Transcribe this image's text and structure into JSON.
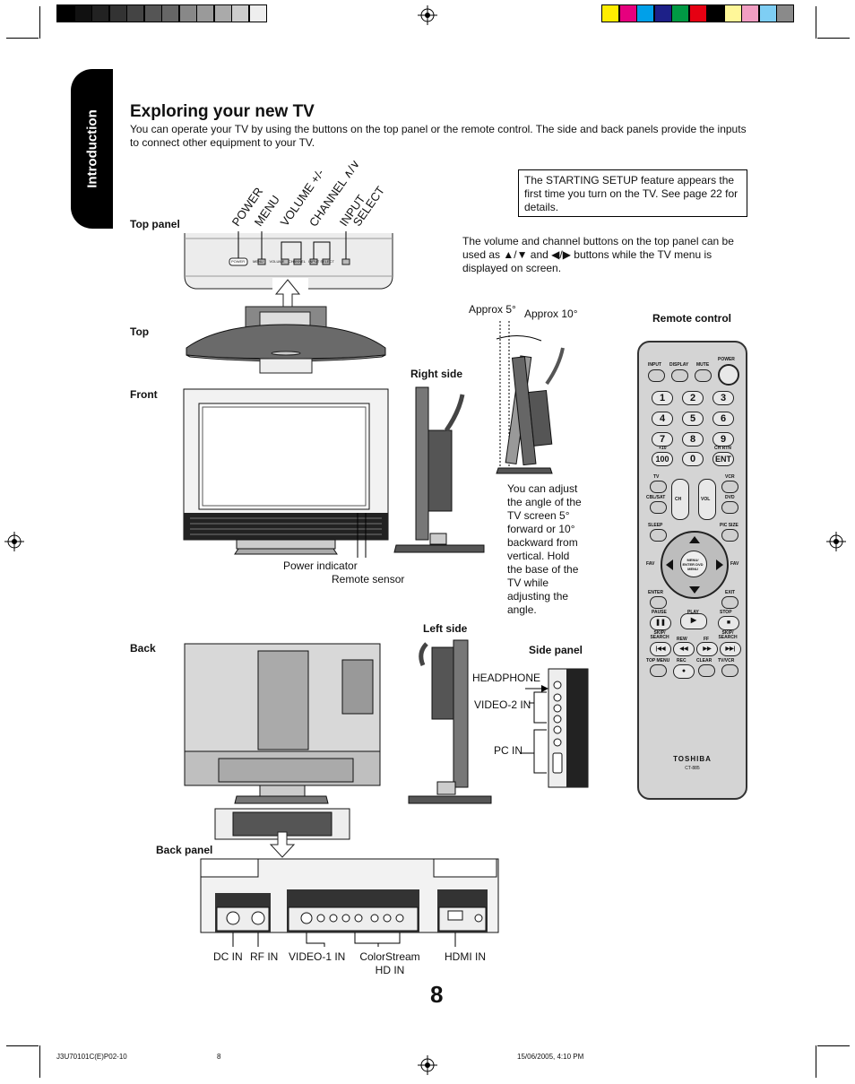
{
  "header": {
    "title": "Exploring your new TV",
    "intro": "You can operate your TV by using the buttons on the top panel or the remote control. The side and back panels provide the inputs to connect other equipment to your TV."
  },
  "side_tab": {
    "label": "Introduction"
  },
  "note_box": {
    "text": "The STARTING SETUP feature appears the first time you turn on the TV. See page 22 for details."
  },
  "top_panel": {
    "label": "Top panel",
    "buttons": [
      "POWER",
      "MENU",
      "VOLUME +/-",
      "CHANNEL ∧/∨",
      "INPUT",
      "SELECT"
    ],
    "panel_labels": [
      "POWER",
      "MENU",
      "VOLUME",
      "CHANNEL",
      "INPUT SELECT"
    ]
  },
  "volume_note": "The volume and channel buttons on the top panel can be used as ▲/▼ and ◀/▶ buttons while the TV menu is displayed on screen.",
  "views": {
    "top": "Top",
    "front": "Front",
    "right_side": "Right side",
    "left_side": "Left side",
    "back": "Back",
    "back_panel": "Back panel",
    "side_panel": "Side panel",
    "remote": "Remote control"
  },
  "tilt": {
    "forward": "Approx 5°",
    "backward": "Approx 10°",
    "text": "You can adjust the angle of the TV screen 5° forward or 10° backward from vertical. Hold the base of the TV while adjusting the angle."
  },
  "front_callouts": {
    "power_indicator": "Power indicator",
    "remote_sensor": "Remote sensor"
  },
  "side_callouts": {
    "headphone": "HEADPHONE",
    "video2": "VIDEO-2 IN",
    "pcin": "PC IN"
  },
  "back_callouts": {
    "dcin": "DC IN",
    "rfin": "RF IN",
    "video1": "VIDEO-1 IN",
    "colorstream": "ColorStream HD IN",
    "hdmi": "HDMI IN"
  },
  "remote": {
    "brand": "TOSHIBA",
    "model": "CT-885",
    "top_labels": [
      "INPUT",
      "DISPLAY",
      "MUTE",
      "POWER"
    ],
    "digits": [
      "1",
      "2",
      "3",
      "4",
      "5",
      "6",
      "7",
      "8",
      "9",
      "100",
      "0",
      "ENT"
    ],
    "mid_labels": {
      "tv": "TV",
      "vcr": "VCR",
      "cblsat": "CBL/SAT",
      "dvd": "DVD",
      "ch": "CH",
      "vol": "VOL",
      "sleep": "SLEEP",
      "picsize": "PIC SIZE",
      "fav": "FAV",
      "enter": "ENTER",
      "exit": "EXIT",
      "center": "MENU/ ENTER DVD MENU",
      "plus10": "+10",
      "chrtn": "CH RTN"
    },
    "transport": [
      "PAUSE",
      "PLAY",
      "STOP",
      "SKIP/ SEARCH",
      "REW",
      "FF",
      "SKIP/ SEARCH",
      "TOP MENU",
      "REC",
      "CLEAR",
      "TV/VCR"
    ]
  },
  "page_number": "8",
  "footer": {
    "left": "J3U70101C(E)P02-10",
    "center": "8",
    "right": "15/06/2005, 4:10 PM"
  },
  "print_marks": {
    "gray_steps": [
      "#000000",
      "#111111",
      "#222222",
      "#333333",
      "#444444",
      "#555555",
      "#666666",
      "#888888",
      "#9a9a9a",
      "#aaaaaa",
      "#cccccc",
      "#eeeeee"
    ],
    "color_steps": [
      "#ffed00",
      "#e6007e",
      "#00a0e9",
      "#1d2088",
      "#009944",
      "#e60012",
      "#000000",
      "#fff799",
      "#f19ec2",
      "#7ecef4",
      "#8a8a8a"
    ]
  }
}
